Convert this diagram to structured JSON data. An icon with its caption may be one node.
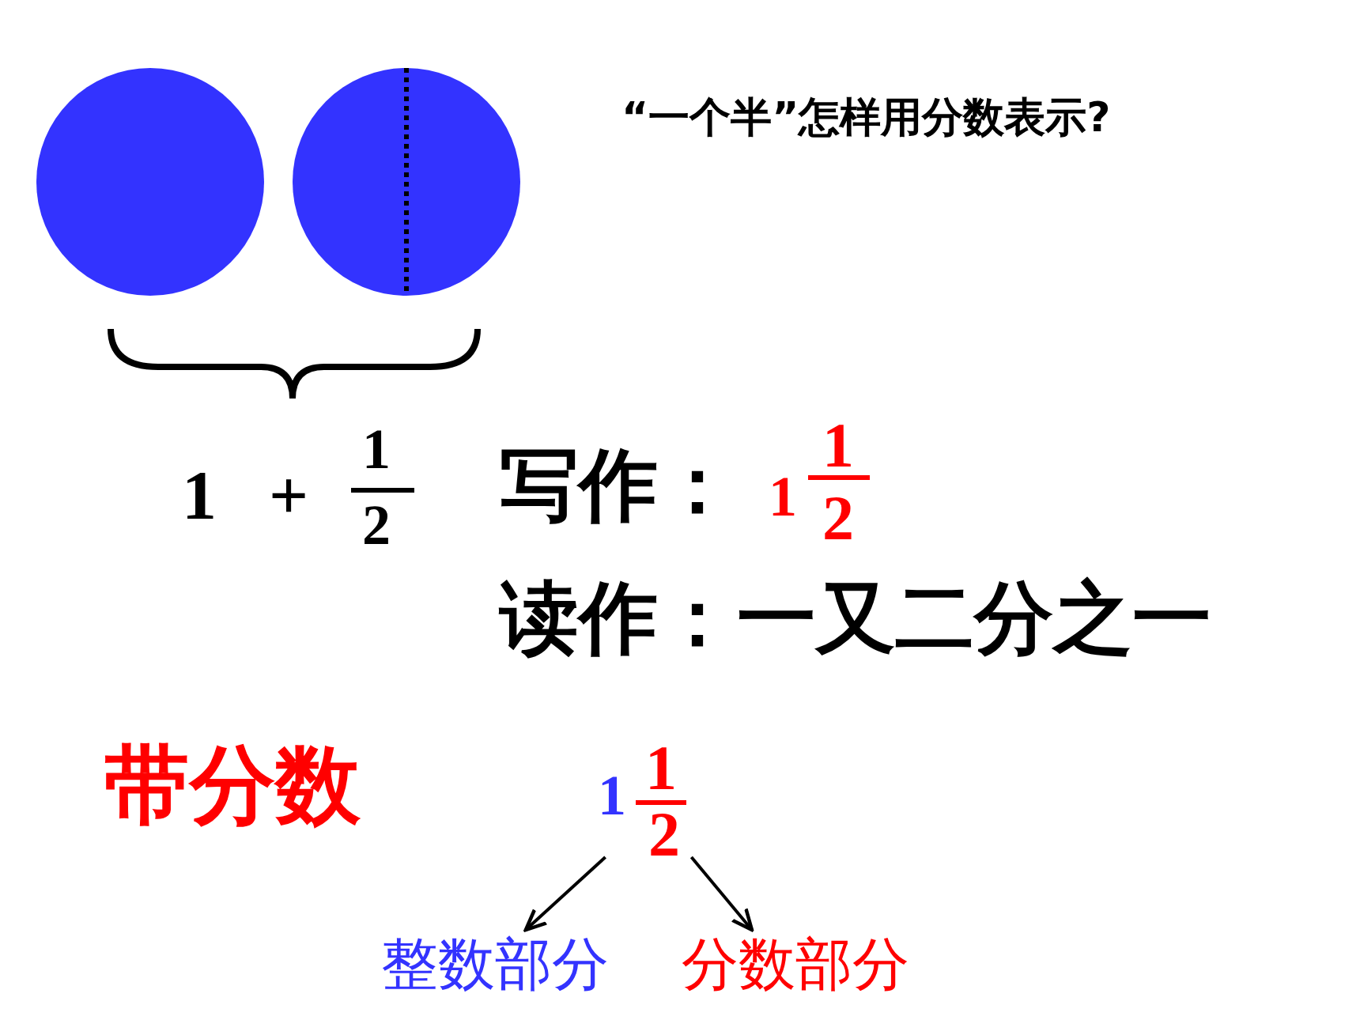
{
  "diagram": {
    "title": "“一个半”怎样用分数表示?",
    "nodes": [
      {
        "text": [
          "1",
          "1",
          "2"
        ]
      },
      {
        "text": [
          "整数部分"
        ]
      },
      {
        "text": [
          "分数部分"
        ]
      }
    ],
    "edges": [
      {
        "from": 0,
        "to": 1,
        "arrow": "to"
      },
      {
        "from": 0,
        "to": 2,
        "arrow": "to"
      }
    ],
    "labels": [
      "1",
      "+",
      "1",
      "2",
      "写作：",
      "1",
      "1",
      "2",
      "读作：一又二分之一",
      "带分数"
    ]
  }
}
